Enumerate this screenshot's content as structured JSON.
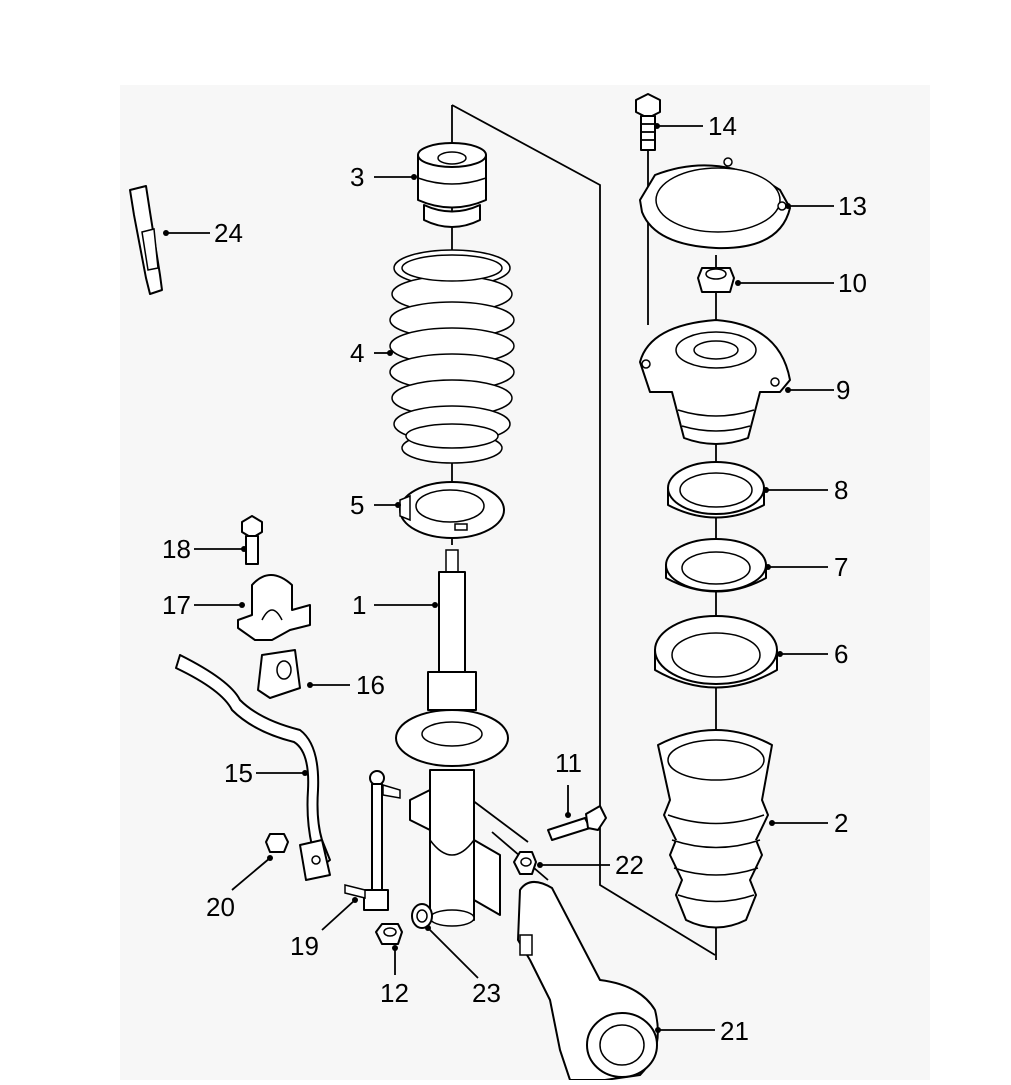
{
  "callouts": [
    {
      "id": "1",
      "label": "1"
    },
    {
      "id": "2",
      "label": "2"
    },
    {
      "id": "3",
      "label": "3"
    },
    {
      "id": "4",
      "label": "4"
    },
    {
      "id": "5",
      "label": "5"
    },
    {
      "id": "6",
      "label": "6"
    },
    {
      "id": "7",
      "label": "7"
    },
    {
      "id": "8",
      "label": "8"
    },
    {
      "id": "9",
      "label": "9"
    },
    {
      "id": "10",
      "label": "10"
    },
    {
      "id": "11",
      "label": "11"
    },
    {
      "id": "12",
      "label": "12"
    },
    {
      "id": "13",
      "label": "13"
    },
    {
      "id": "14",
      "label": "14"
    },
    {
      "id": "15",
      "label": "15"
    },
    {
      "id": "16",
      "label": "16"
    },
    {
      "id": "17",
      "label": "17"
    },
    {
      "id": "18",
      "label": "18"
    },
    {
      "id": "19",
      "label": "19"
    },
    {
      "id": "20",
      "label": "20"
    },
    {
      "id": "21",
      "label": "21"
    },
    {
      "id": "22",
      "label": "22"
    },
    {
      "id": "23",
      "label": "23"
    },
    {
      "id": "24",
      "label": "24"
    }
  ],
  "colors": {
    "background": "#ffffff",
    "panel": "#f7f7f7",
    "ink": "#000000"
  }
}
